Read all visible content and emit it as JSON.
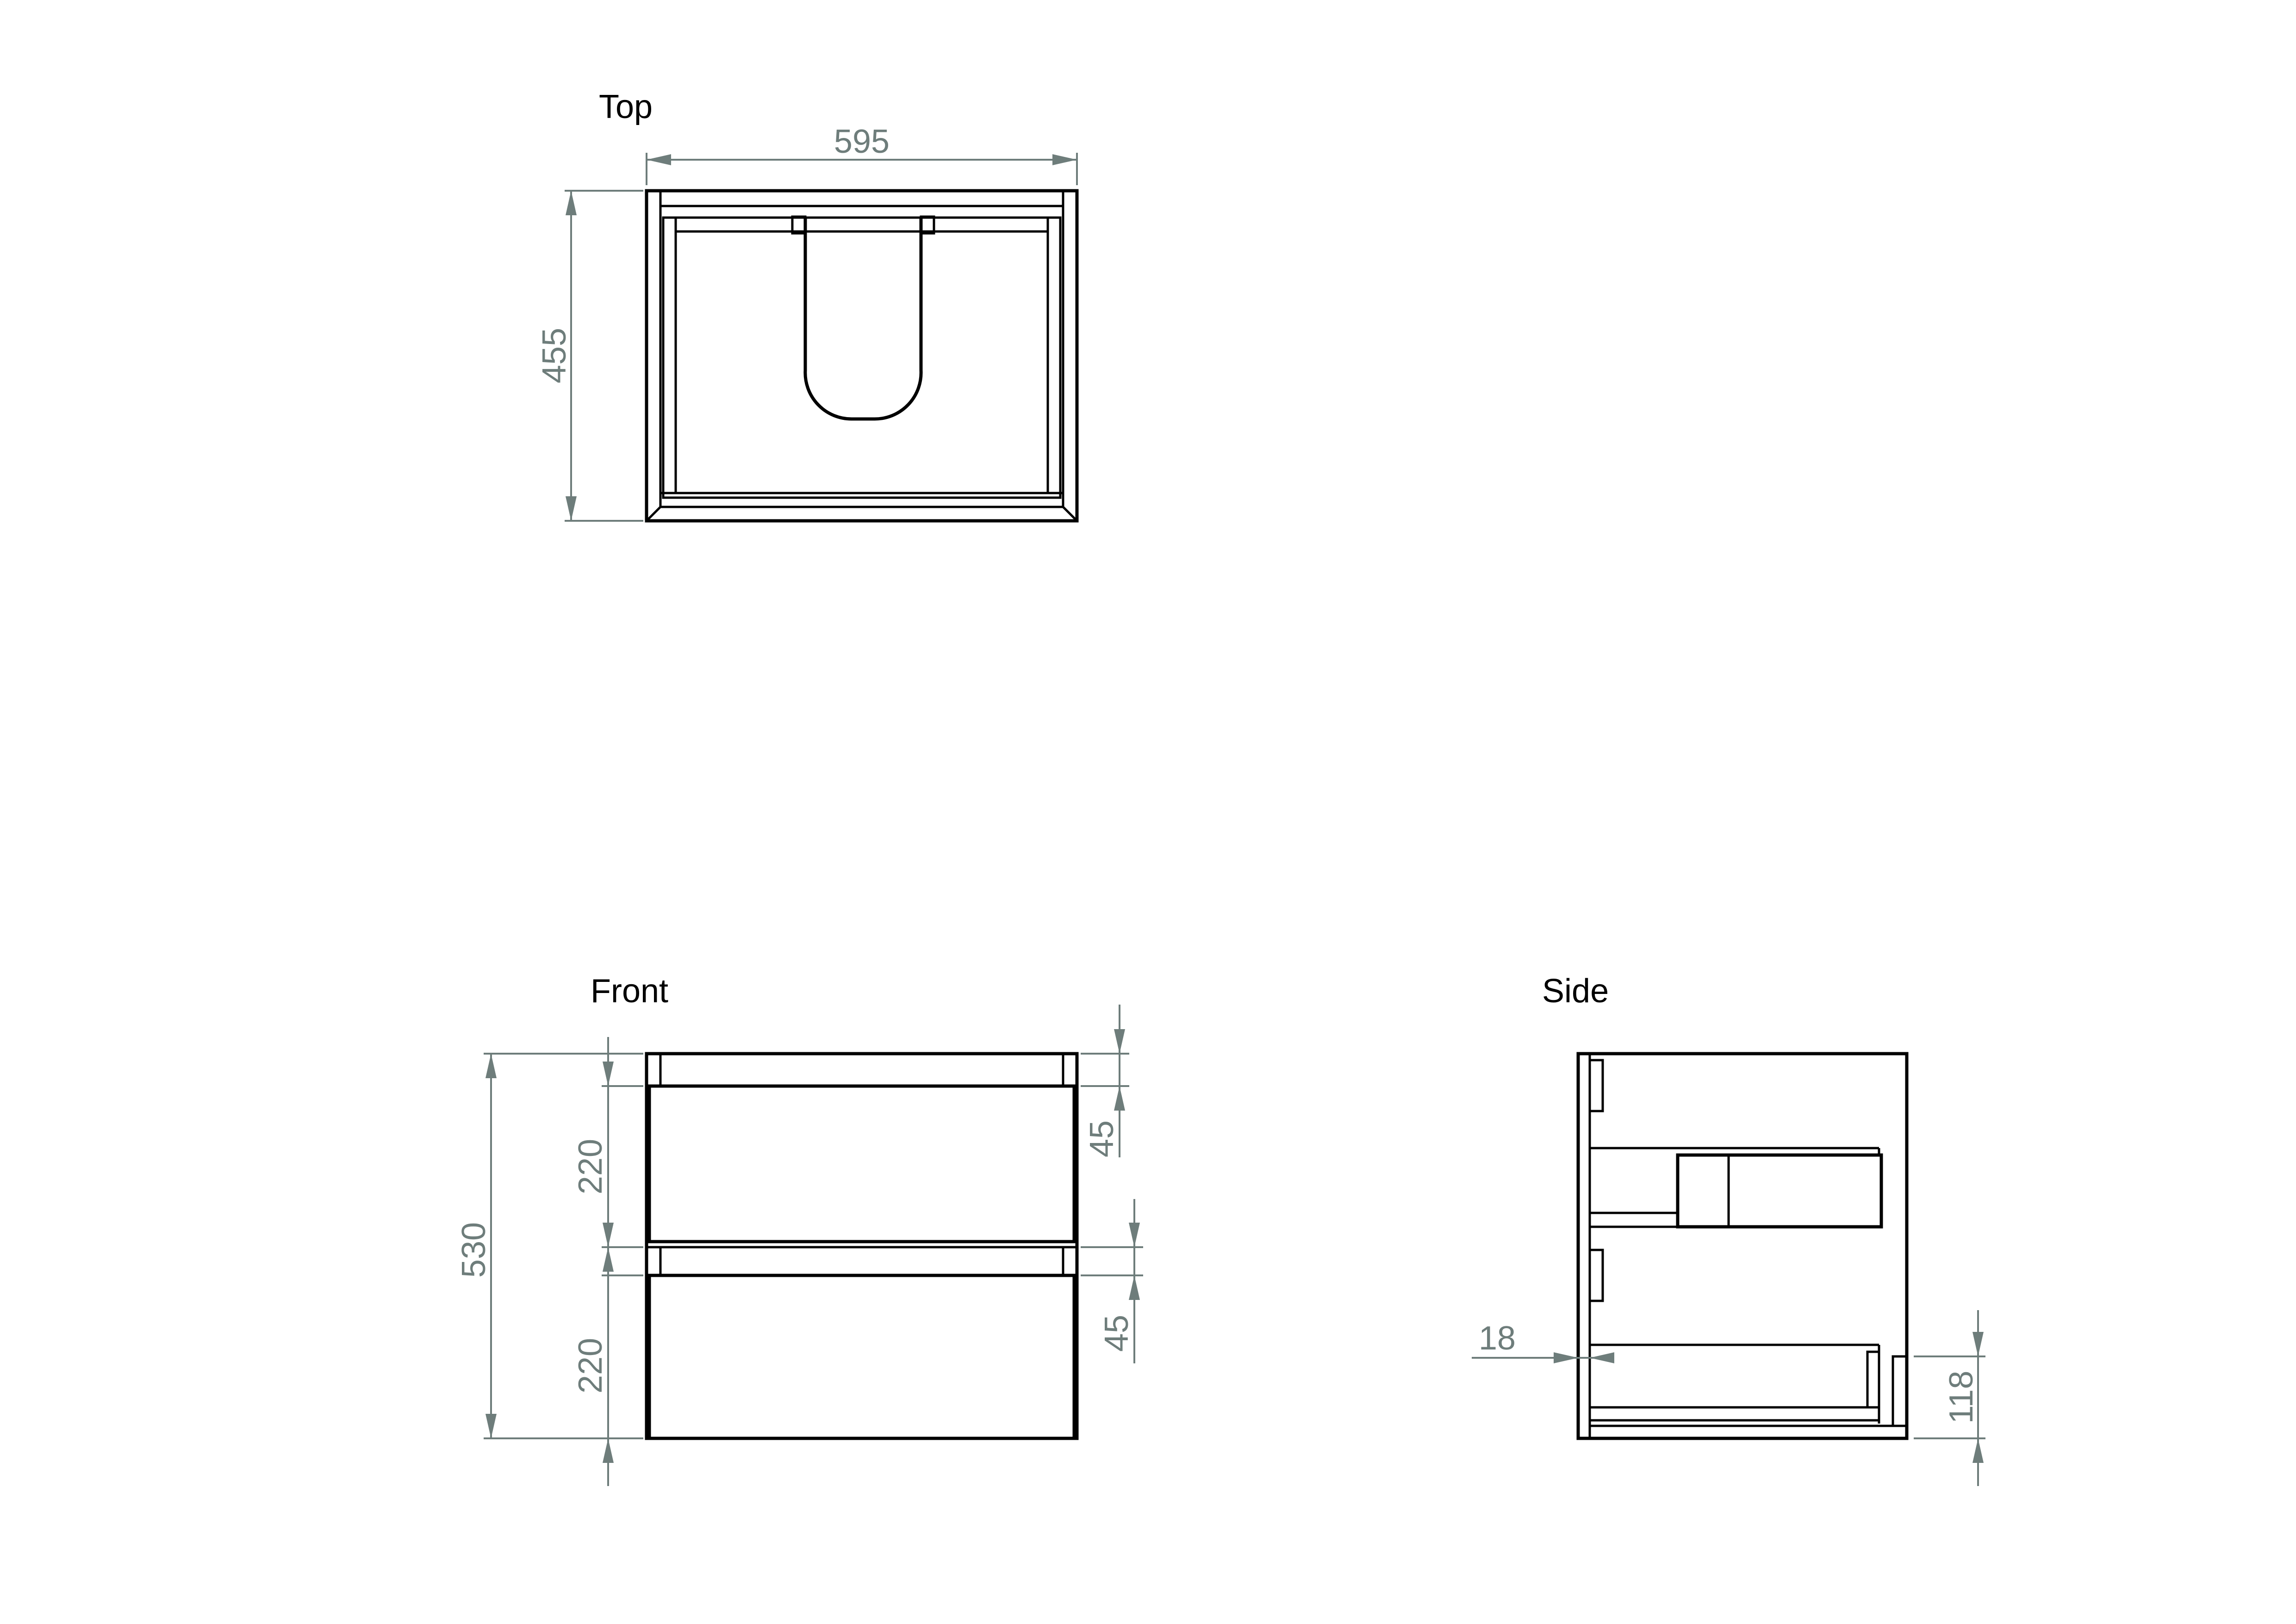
{
  "views": {
    "top": {
      "title": "Top",
      "width": "595",
      "depth": "455"
    },
    "front": {
      "title": "Front",
      "height": "530",
      "drawer_upper": "220",
      "drawer_lower": "220",
      "gap_upper": "45",
      "gap_lower": "45"
    },
    "side": {
      "title": "Side",
      "panel": "18",
      "plinth": "118"
    }
  },
  "colors": {
    "line": "#000000",
    "dimension": "#6e7d7b",
    "background": "#ffffff"
  }
}
